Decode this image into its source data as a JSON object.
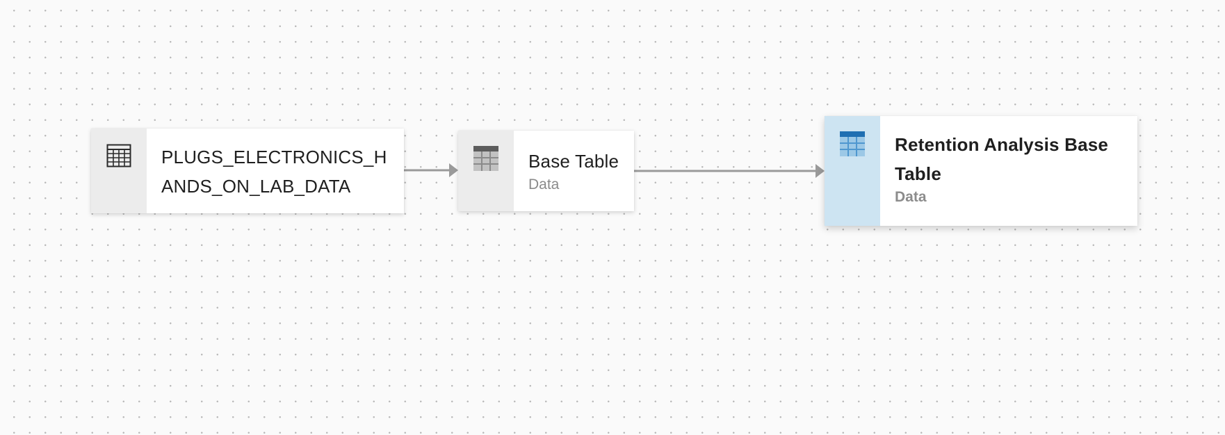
{
  "colors": {
    "edge": "#9a9a9a",
    "selected_icon_bg": "#cde4f2",
    "selected_icon": "#1f6fb2",
    "icon_gray": "#8f8f8f"
  },
  "nodes": [
    {
      "id": "source",
      "title": "PLUGS_ELECTRONICS_HANDS_ON_LAB_DATA",
      "subtitle": "",
      "icon": "source-table-icon"
    },
    {
      "id": "base",
      "title": "Base Table",
      "subtitle": "Data",
      "icon": "table-icon"
    },
    {
      "id": "retention",
      "title": "Retention Analysis Base Table",
      "subtitle": "Data",
      "icon": "table-icon",
      "selected": true
    }
  ],
  "edges": [
    {
      "from": "source",
      "to": "base"
    },
    {
      "from": "base",
      "to": "retention"
    }
  ]
}
